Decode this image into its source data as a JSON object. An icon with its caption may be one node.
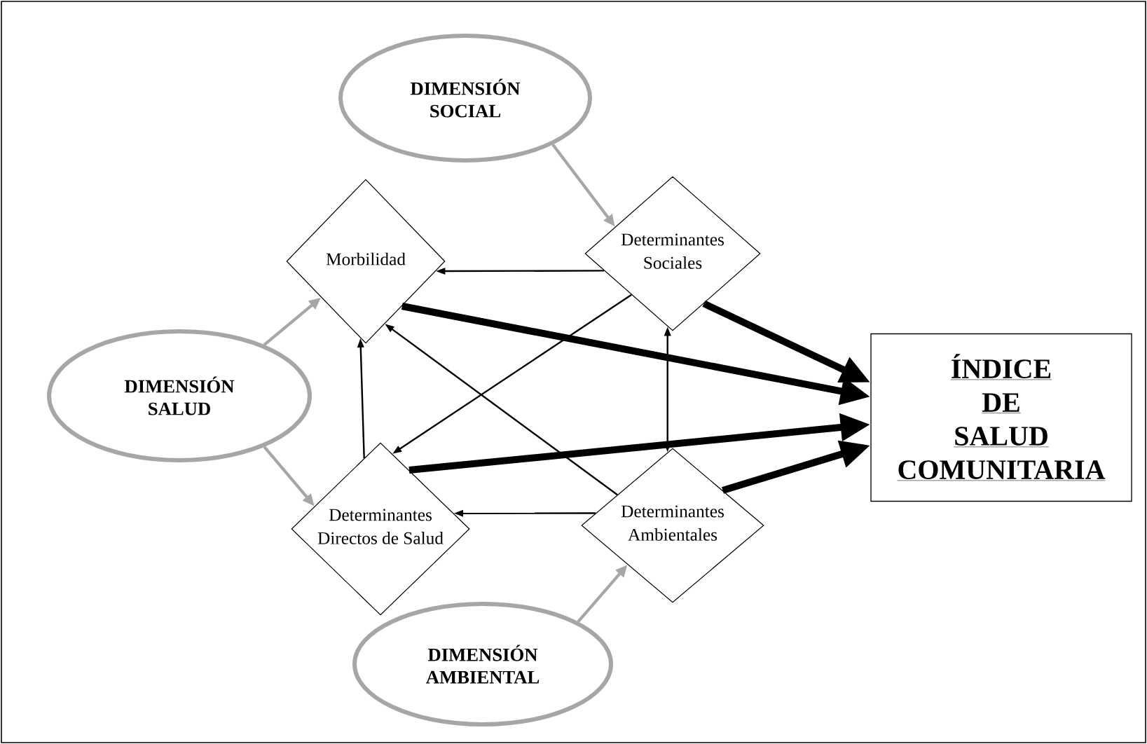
{
  "diagram": {
    "nodes": [
      {
        "text": [
          "DIMENSIÓN SOCIAL"
        ]
      },
      {
        "text": [
          "Morbilidad"
        ]
      },
      {
        "text": [
          "Determinantes Sociales"
        ]
      },
      {
        "text": [
          "DIMENSIÓN SALUD"
        ]
      },
      {
        "text": [
          "ÍNDICE DE SALUD COMUNITARIA"
        ]
      },
      {
        "text": [
          "Determinantes Directos de Salud"
        ]
      },
      {
        "text": [
          "Determinantes Ambientales"
        ]
      },
      {
        "text": [
          "DIMENSIÓN AMBIENTAL"
        ]
      }
    ],
    "edges": [
      {
        "from": 0,
        "to": 2,
        "arrow": "to",
        "color": "#a6a6a6"
      },
      {
        "from": 3,
        "to": 1,
        "arrow": "to",
        "color": "#a6a6a6"
      },
      {
        "from": 3,
        "to": 5,
        "arrow": "to",
        "color": "#a6a6a6"
      },
      {
        "from": 7,
        "to": 6,
        "arrow": "to",
        "color": "#a6a6a6"
      },
      {
        "from": 2,
        "to": 1,
        "arrow": "to"
      },
      {
        "from": 2,
        "to": 5,
        "arrow": "to"
      },
      {
        "from": 6,
        "to": 1,
        "arrow": "to"
      },
      {
        "from": 5,
        "to": 1,
        "arrow": "to"
      },
      {
        "from": 6,
        "to": 5,
        "arrow": "to"
      },
      {
        "from": 2,
        "to": 6,
        "arrow": "both"
      },
      {
        "from": 1,
        "to": 4,
        "arrow": "to",
        "style": "thick"
      },
      {
        "from": 2,
        "to": 4,
        "arrow": "to",
        "style": "thick"
      },
      {
        "from": 5,
        "to": 4,
        "arrow": "to",
        "style": "thick"
      },
      {
        "from": 6,
        "to": 4,
        "arrow": "to",
        "style": "thick"
      }
    ]
  }
}
